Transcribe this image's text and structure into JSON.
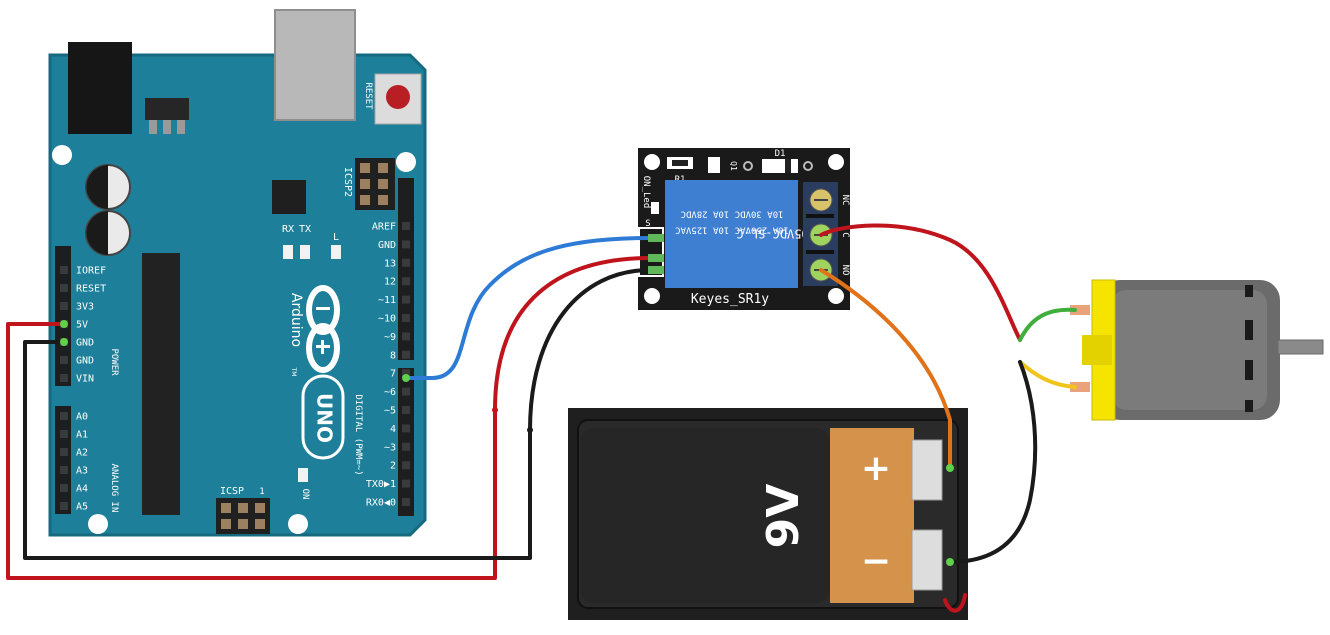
{
  "colors": {
    "board": "#1d7f99",
    "board_edge": "#166a80",
    "relay_body": "#3f7fd1",
    "relay_pcb": "#1a1a1a",
    "battery_orange": "#d4924b",
    "battery_case": "#222222",
    "motor_yellow": "#f5e400",
    "motor_body": "#6b6b6b",
    "wire_red": "#c0141c",
    "wire_black": "#1a1a1a",
    "wire_blue": "#2e7bd6",
    "wire_orange": "#e0731a",
    "wire_green": "#3fae3a",
    "wire_yellow": "#f0c419"
  },
  "arduino": {
    "reset_label": "RESET",
    "icsp2_label": "ICSP2",
    "tx_label": "TX",
    "rx_label": "RX",
    "l_label": "L",
    "brand_label": "Arduino",
    "tm_label": "TM",
    "model_label": "UNO",
    "icsp_label": "ICSP",
    "icsp_pin1": "1",
    "on_label": "ON",
    "digital_label": "DIGITAL (PWM=~)",
    "power_label": "POWER",
    "analog_label": "ANALOG IN",
    "digital_pins": [
      "AREF",
      "GND",
      "13",
      "12",
      "~11",
      "~10",
      "~9",
      "8",
      "7",
      "~6",
      "~5",
      "4",
      "~3",
      "2",
      "TX0▶1",
      "RX0◀0"
    ],
    "power_pins": [
      "IOREF",
      "RESET",
      "3V3",
      "5V",
      "GND",
      "GND",
      "VIN"
    ],
    "analog_pins": [
      "A0",
      "A1",
      "A2",
      "A3",
      "A4",
      "A5"
    ]
  },
  "relay": {
    "r1_label": "R1",
    "q1_label": "Q1",
    "d1_label": "D1",
    "on_led_label": "ON_Led",
    "s_label": "S",
    "minus_label": "-",
    "part_label": "SRD-05VDC-SL-C",
    "spec_line1": "10A 30VDC 10A 28VDC",
    "spec_line2": "10A 250VAC 10A 125VAC",
    "nc_label": "NC",
    "c_label": "C",
    "no_label": "NO",
    "brand_label": "Keyes_SR1y"
  },
  "battery": {
    "plus_label": "+",
    "minus_label": "−",
    "voltage_label": "9V"
  }
}
